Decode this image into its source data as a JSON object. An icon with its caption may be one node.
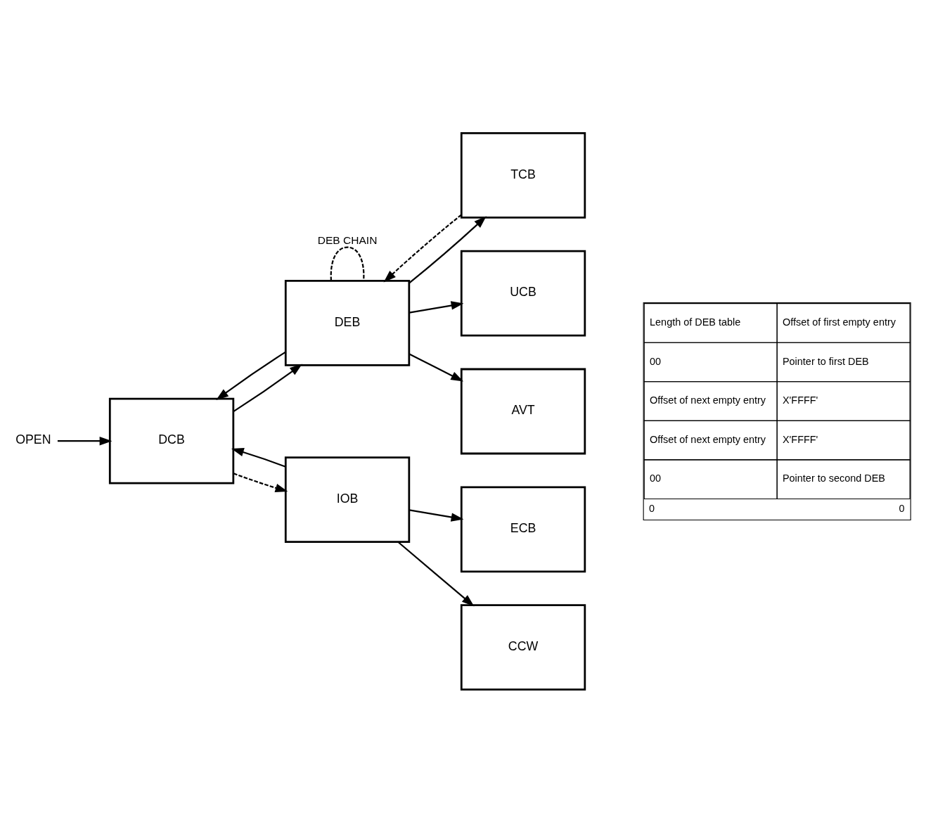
{
  "diagram": {
    "nodes": [
      {
        "text": [
          "OPEN"
        ]
      },
      {
        "text": [
          "DCB"
        ]
      },
      {
        "text": [
          "TCB"
        ]
      },
      {
        "text": [
          "DEB"
        ]
      },
      {
        "text": [
          "UCB"
        ]
      },
      {
        "text": [
          "AVT"
        ]
      },
      {
        "text": [
          "IOB"
        ]
      },
      {
        "text": [
          "ECB"
        ]
      },
      {
        "text": [
          "CCW"
        ]
      }
    ],
    "edges": [
      {
        "from": 0,
        "to": 1,
        "arrow": "to"
      },
      {
        "from": 1,
        "to": 3,
        "arrow": "to"
      },
      {
        "from": 3,
        "to": 1,
        "arrow": "to"
      },
      {
        "from": 2,
        "to": 3,
        "arrow": "to",
        "style": "dashed"
      },
      {
        "from": 3,
        "to": 2,
        "arrow": "to"
      },
      {
        "from": 3,
        "to": 4,
        "arrow": "to"
      },
      {
        "from": 3,
        "to": 5,
        "arrow": "to"
      },
      {
        "from": 6,
        "to": 1,
        "arrow": "to"
      },
      {
        "from": 1,
        "to": 6,
        "arrow": "to",
        "style": "dashed"
      },
      {
        "from": 6,
        "to": 7,
        "arrow": "to"
      },
      {
        "from": 6,
        "to": 8,
        "arrow": "to"
      },
      {
        "from": 3,
        "to": 3,
        "arrow": "none",
        "style": "dashed",
        "label": "DEB CHAIN"
      }
    ],
    "labels": [
      "Length of DEB table",
      "Offset of first empty entry",
      "00",
      "Pointer to first DEB",
      "Offset of next empty entry",
      "X'FFFF'",
      "Offset of next empty entry",
      "X'FFFF'",
      "00",
      "Pointer to second DEB",
      "0",
      "0"
    ]
  }
}
